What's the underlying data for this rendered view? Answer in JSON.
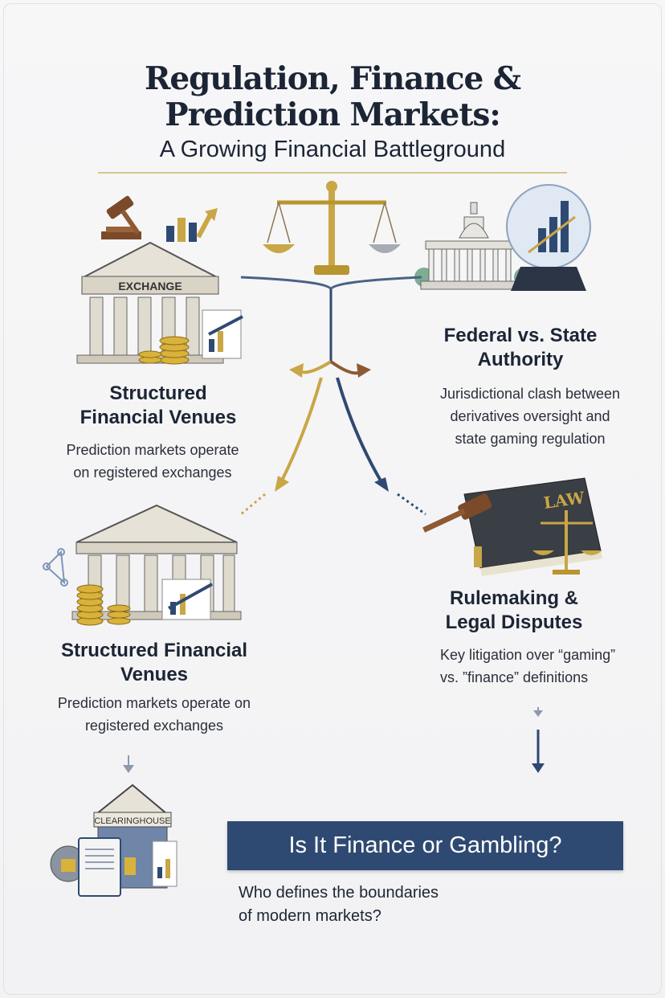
{
  "header": {
    "title_line1": "Regulation, Finance &",
    "title_line2": "Prediction Markets:",
    "subtitle": "A Growing Financial Battleground"
  },
  "illustrations": {
    "exchange_sign": "EXCHANGE",
    "law_book_label": "LAW",
    "clearinghouse_sign": "CLEARINGHOUSE"
  },
  "sections": {
    "federal": {
      "title_line1": "Federal vs. State",
      "title_line2": "Authority",
      "body": [
        "Jurisdictional clash between",
        "derivatives oversight and",
        "state gaming regulation"
      ]
    },
    "venues_top": {
      "title_line1": "Structured",
      "title_line2": "Financial Venues",
      "body": [
        "Prediction markets operate",
        "on registered exchanges"
      ]
    },
    "venues_bottom": {
      "title_line1": "Structured Financial",
      "title_line2": "Venues",
      "body": [
        "Prediction markets operate on",
        "registered exchanges"
      ]
    },
    "rulemaking": {
      "title_line1": "Rulemaking &",
      "title_line2": "Legal Disputes",
      "body": [
        "Key litigation over “gaming”",
        "vs. ”finance” definitions"
      ]
    }
  },
  "conclusion": {
    "question": "Is It Finance or Gambling?",
    "body": [
      "Who defines the boundaries",
      "of modern markets?"
    ]
  },
  "colors": {
    "navy": "#2f4a72",
    "gold": "#c9a646",
    "text": "#1c2535"
  }
}
